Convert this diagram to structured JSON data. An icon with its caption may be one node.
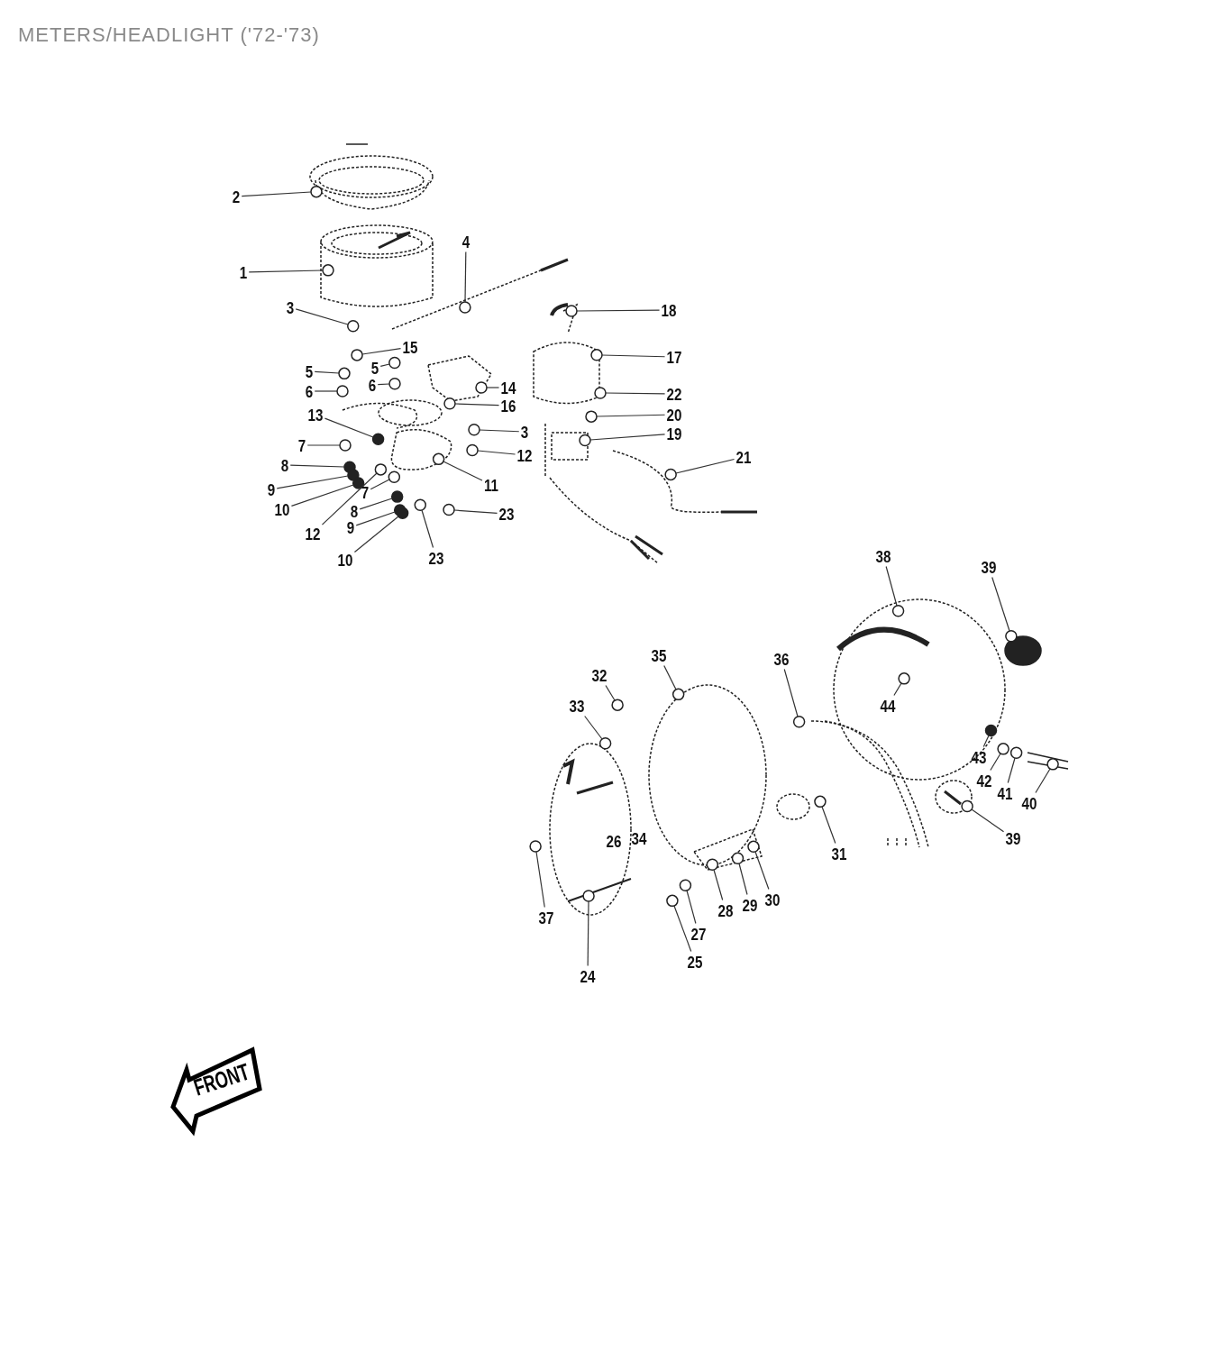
{
  "diagram": {
    "title": "METERS/HEADLIGHT ('72-'73)",
    "nodes": [
      {
        "text": [
          "2"
        ]
      },
      {
        "text": [
          "1"
        ]
      },
      {
        "text": [
          "4"
        ]
      },
      {
        "text": [
          "3"
        ]
      },
      {
        "text": [
          "15"
        ]
      },
      {
        "text": [
          "5"
        ]
      },
      {
        "text": [
          "5"
        ]
      },
      {
        "text": [
          "6"
        ]
      },
      {
        "text": [
          "6"
        ]
      },
      {
        "text": [
          "14"
        ]
      },
      {
        "text": [
          "16"
        ]
      },
      {
        "text": [
          "13"
        ]
      },
      {
        "text": [
          "3"
        ]
      },
      {
        "text": [
          "7"
        ]
      },
      {
        "text": [
          "12"
        ]
      },
      {
        "text": [
          "8"
        ]
      },
      {
        "text": [
          "11"
        ]
      },
      {
        "text": [
          "9"
        ]
      },
      {
        "text": [
          "10"
        ]
      },
      {
        "text": [
          "7"
        ]
      },
      {
        "text": [
          "8"
        ]
      },
      {
        "text": [
          "23"
        ]
      },
      {
        "text": [
          "9"
        ]
      },
      {
        "text": [
          "12"
        ]
      },
      {
        "text": [
          "10"
        ]
      },
      {
        "text": [
          "23"
        ]
      },
      {
        "text": [
          "18"
        ]
      },
      {
        "text": [
          "17"
        ]
      },
      {
        "text": [
          "22"
        ]
      },
      {
        "text": [
          "20"
        ]
      },
      {
        "text": [
          "19"
        ]
      },
      {
        "text": [
          "21"
        ]
      },
      {
        "text": [
          "38"
        ]
      },
      {
        "text": [
          "39"
        ]
      },
      {
        "text": [
          "35"
        ]
      },
      {
        "text": [
          "36"
        ]
      },
      {
        "text": [
          "32"
        ]
      },
      {
        "text": [
          "33"
        ]
      },
      {
        "text": [
          "44"
        ]
      },
      {
        "text": [
          "43"
        ]
      },
      {
        "text": [
          "42"
        ]
      },
      {
        "text": [
          "41"
        ]
      },
      {
        "text": [
          "40"
        ]
      },
      {
        "text": [
          "39"
        ]
      },
      {
        "text": [
          "31"
        ]
      },
      {
        "text": [
          "30"
        ]
      },
      {
        "text": [
          "29"
        ]
      },
      {
        "text": [
          "28"
        ]
      },
      {
        "text": [
          "37"
        ]
      },
      {
        "text": [
          "27"
        ]
      },
      {
        "text": [
          "25"
        ]
      },
      {
        "text": [
          "24"
        ]
      },
      {
        "text": [],
        "shape": "circle"
      },
      {
        "text": [],
        "shape": "circle"
      },
      {
        "text": [],
        "shape": "circle"
      },
      {
        "text": [],
        "shape": "circle"
      },
      {
        "text": [],
        "shape": "circle"
      },
      {
        "text": [],
        "shape": "circle"
      },
      {
        "text": [],
        "shape": "circle"
      },
      {
        "text": [],
        "shape": "circle"
      },
      {
        "text": [],
        "shape": "circle"
      },
      {
        "text": [],
        "shape": "circle"
      },
      {
        "text": [],
        "shape": "circle"
      },
      {
        "text": [],
        "shape": "circle"
      },
      {
        "text": [],
        "shape": "circle"
      },
      {
        "text": [],
        "shape": "circle"
      },
      {
        "text": [],
        "shape": "circle"
      },
      {
        "text": [],
        "shape": "circle"
      },
      {
        "text": [],
        "shape": "circle"
      },
      {
        "text": [],
        "shape": "circle"
      },
      {
        "text": [],
        "shape": "circle"
      },
      {
        "text": [],
        "shape": "circle"
      },
      {
        "text": [],
        "shape": "circle"
      },
      {
        "text": [],
        "shape": "circle"
      },
      {
        "text": [],
        "shape": "circle"
      },
      {
        "text": [],
        "shape": "circle"
      },
      {
        "text": [],
        "shape": "circle"
      },
      {
        "text": [],
        "shape": "circle"
      },
      {
        "text": [],
        "shape": "circle"
      },
      {
        "text": [],
        "shape": "circle"
      },
      {
        "text": [],
        "shape": "circle"
      },
      {
        "text": [],
        "shape": "circle"
      },
      {
        "text": [],
        "shape": "circle"
      },
      {
        "text": [],
        "shape": "circle"
      },
      {
        "text": [],
        "shape": "circle"
      },
      {
        "text": [],
        "shape": "circle"
      },
      {
        "text": [],
        "shape": "circle"
      },
      {
        "text": [],
        "shape": "circle"
      },
      {
        "text": [],
        "shape": "circle"
      },
      {
        "text": [],
        "shape": "circle"
      },
      {
        "text": [],
        "shape": "circle"
      },
      {
        "text": [],
        "shape": "circle"
      },
      {
        "text": [],
        "shape": "circle"
      },
      {
        "text": [],
        "shape": "circle"
      },
      {
        "text": [],
        "shape": "circle"
      },
      {
        "text": [],
        "shape": "circle"
      },
      {
        "text": [],
        "shape": "circle"
      },
      {
        "text": [],
        "shape": "circle"
      },
      {
        "text": [],
        "shape": "circle"
      },
      {
        "text": [],
        "shape": "circle"
      },
      {
        "text": [],
        "shape": "circle"
      },
      {
        "text": [],
        "shape": "circle"
      },
      {
        "text": [],
        "shape": "circle"
      },
      {
        "text": [],
        "shape": "circle"
      }
    ],
    "edges": [
      {
        "from": 0,
        "to": 52,
        "arrow": "none"
      },
      {
        "from": 1,
        "to": 53,
        "arrow": "none"
      },
      {
        "from": 2,
        "to": 54,
        "arrow": "none"
      },
      {
        "from": 3,
        "to": 55,
        "arrow": "none"
      },
      {
        "from": 4,
        "to": 56,
        "arrow": "none"
      },
      {
        "from": 5,
        "to": 57,
        "arrow": "none"
      },
      {
        "from": 6,
        "to": 58,
        "arrow": "none"
      },
      {
        "from": 7,
        "to": 59,
        "arrow": "none"
      },
      {
        "from": 8,
        "to": 60,
        "arrow": "none"
      },
      {
        "from": 9,
        "to": 61,
        "arrow": "none"
      },
      {
        "from": 10,
        "to": 62,
        "arrow": "none"
      },
      {
        "from": 11,
        "to": 63,
        "arrow": "none"
      },
      {
        "from": 12,
        "to": 64,
        "arrow": "none"
      },
      {
        "from": 13,
        "to": 65,
        "arrow": "none"
      },
      {
        "from": 14,
        "to": 66,
        "arrow": "none"
      },
      {
        "from": 15,
        "to": 67,
        "arrow": "none"
      },
      {
        "from": 16,
        "to": 68,
        "arrow": "none"
      },
      {
        "from": 17,
        "to": 69,
        "arrow": "none"
      },
      {
        "from": 18,
        "to": 70,
        "arrow": "none"
      },
      {
        "from": 19,
        "to": 71,
        "arrow": "none"
      },
      {
        "from": 20,
        "to": 72,
        "arrow": "none"
      },
      {
        "from": 21,
        "to": 73,
        "arrow": "none"
      },
      {
        "from": 22,
        "to": 74,
        "arrow": "none"
      },
      {
        "from": 23,
        "to": 75,
        "arrow": "none"
      },
      {
        "from": 24,
        "to": 76,
        "arrow": "none"
      },
      {
        "from": 25,
        "to": 77,
        "arrow": "none"
      },
      {
        "from": 26,
        "to": 78,
        "arrow": "none"
      },
      {
        "from": 27,
        "to": 79,
        "arrow": "none"
      },
      {
        "from": 28,
        "to": 80,
        "arrow": "none"
      },
      {
        "from": 29,
        "to": 81,
        "arrow": "none"
      },
      {
        "from": 30,
        "to": 82,
        "arrow": "none"
      },
      {
        "from": 31,
        "to": 83,
        "arrow": "none"
      },
      {
        "from": 32,
        "to": 84,
        "arrow": "none"
      },
      {
        "from": 33,
        "to": 85,
        "arrow": "none"
      },
      {
        "from": 34,
        "to": 86,
        "arrow": "none"
      },
      {
        "from": 35,
        "to": 87,
        "arrow": "none"
      },
      {
        "from": 36,
        "to": 88,
        "arrow": "none"
      },
      {
        "from": 37,
        "to": 89,
        "arrow": "none"
      },
      {
        "from": 38,
        "to": 90,
        "arrow": "none"
      },
      {
        "from": 39,
        "to": 91,
        "arrow": "none"
      },
      {
        "from": 40,
        "to": 92,
        "arrow": "none"
      },
      {
        "from": 41,
        "to": 93,
        "arrow": "none"
      },
      {
        "from": 42,
        "to": 94,
        "arrow": "none"
      },
      {
        "from": 43,
        "to": 95,
        "arrow": "none"
      },
      {
        "from": 44,
        "to": 96,
        "arrow": "none"
      },
      {
        "from": 45,
        "to": 97,
        "arrow": "none"
      },
      {
        "from": 46,
        "to": 98,
        "arrow": "none"
      },
      {
        "from": 47,
        "to": 99,
        "arrow": "none"
      },
      {
        "from": 48,
        "to": 100,
        "arrow": "none"
      },
      {
        "from": 49,
        "to": 101,
        "arrow": "none"
      },
      {
        "from": 50,
        "to": 102,
        "arrow": "none"
      },
      {
        "from": 51,
        "to": 103,
        "arrow": "none"
      }
    ],
    "labels": [
      "26",
      "34",
      "FRONT"
    ]
  }
}
